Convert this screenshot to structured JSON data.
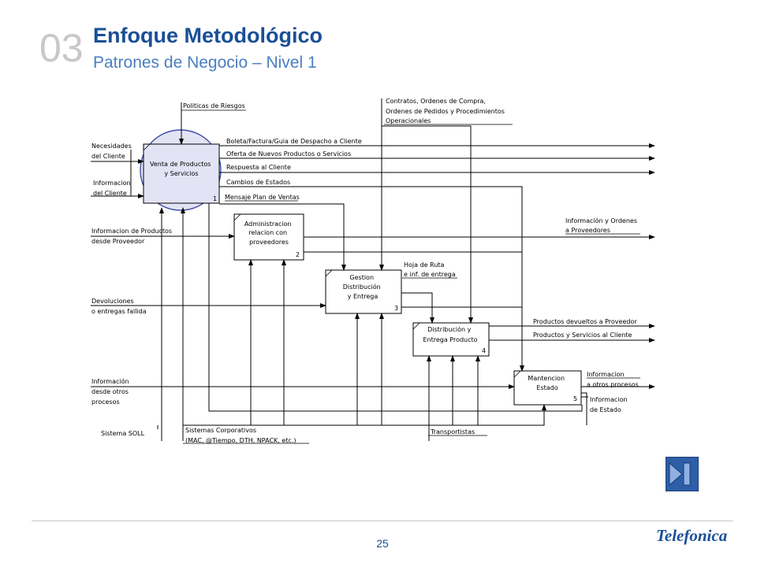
{
  "header": {
    "section_number": "03",
    "title": "Enfoque Metodológico",
    "subtitle": "Patrones de Negocio – Nivel 1"
  },
  "diagram": {
    "processes": [
      {
        "id": "p1",
        "label": [
          "Venta de Productos",
          "y Servicios"
        ],
        "number": "1"
      },
      {
        "id": "p2",
        "label": [
          "Administracion",
          "relacion con",
          "proveedores"
        ],
        "number": "2"
      },
      {
        "id": "p3",
        "label": [
          "Gestion",
          "Distribución",
          "y Entrega"
        ],
        "number": "3"
      },
      {
        "id": "p4",
        "label": [
          "Distribución y",
          "Entrega Producto"
        ],
        "number": "4"
      },
      {
        "id": "p5",
        "label": [
          "Mantencion",
          "Estado"
        ],
        "number": "5"
      }
    ],
    "labels": {
      "controls_top_left": "Politicas de Riesgos",
      "controls_top_right": [
        "Contratos, Ordenes de Compra,",
        "Ordenes de Pedidos y Procedimientos",
        "Operacionales"
      ],
      "input_1": [
        "Necesidades",
        "del Cliente"
      ],
      "input_2": [
        "Informacion",
        "del Cliente"
      ],
      "input_3": [
        "Informacion de Productos",
        "desde Proveedor"
      ],
      "input_4": [
        "Devoluciones",
        "o entregas fallida"
      ],
      "input_5": [
        "Información",
        "desde otros",
        "procesos"
      ],
      "out_1": "Boleta/Factura/Guia de Despacho a Cliente",
      "out_2": "Oferta de Nuevos Productos o Servicios",
      "out_3": "Respuesta al Cliente",
      "out_4": "Cambios de Estados",
      "out_5": "Mensaje Plan de Ventas",
      "out_6": [
        "Información y Ordenes",
        "a Proveedores"
      ],
      "out_7": [
        "Hoja de Ruta",
        "e inf. de entrega"
      ],
      "out_8": "Productos devueltos a Proveedor",
      "out_9": "Productos y Servicios al Cliente",
      "out_10": [
        "Informacion",
        "a otros procesos"
      ],
      "out_11": [
        "Informacion",
        "de Estado"
      ],
      "mech_1": "Sistema SOLL",
      "mech_2": [
        "Sistemas Corporativos",
        "(MAC, @Tiempo, DTH, NPACK, etc.)"
      ],
      "mech_3": "Transportistas"
    }
  },
  "footer": {
    "page_number": "25",
    "logo_text": "Telefonica"
  }
}
